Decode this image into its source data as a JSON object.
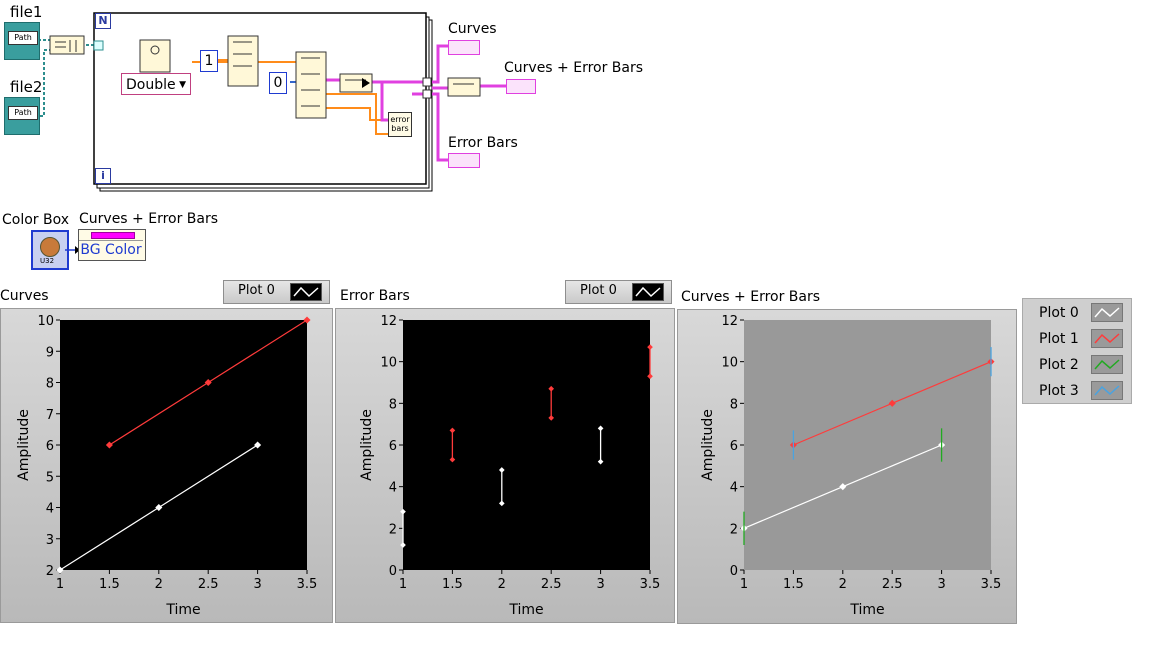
{
  "diagram": {
    "file1_label": "file1",
    "file2_label": "file2",
    "path_text": "Path",
    "loop_N": "N",
    "loop_i": "i",
    "double_label": "Double",
    "const_1": "1",
    "const_0": "0",
    "error_bars_node": "error bars",
    "out_curves": "Curves",
    "out_curves_error": "Curves + Error Bars",
    "out_error": "Error Bars",
    "color_box_label": "Color Box",
    "prop_node_label": "Curves + Error Bars",
    "bg_color_label": "BG Color",
    "u32": "U32"
  },
  "colors": {
    "wire_pink": "#e040e0",
    "wire_orange": "#ff8c1a",
    "wire_teal": "#2d8f8f",
    "loop_border": "#000000",
    "plot_white": "#ffffff",
    "plot_red": "#ff3b3b",
    "plot_green": "#22aa22",
    "plot_blue": "#4aa3e0"
  },
  "charts": {
    "curves": {
      "title": "Curves",
      "legend_plot": "Plot 0",
      "xlabel": "Time",
      "ylabel": "Amplitude",
      "xticks": [
        "1",
        "1.5",
        "2",
        "2.5",
        "3",
        "3.5"
      ],
      "yticks": [
        "2",
        "3",
        "4",
        "5",
        "6",
        "7",
        "8",
        "9",
        "10"
      ]
    },
    "error": {
      "title": "Error Bars",
      "legend_plot": "Plot 0",
      "xlabel": "Time",
      "ylabel": "Amplitude",
      "xticks": [
        "1",
        "1.5",
        "2",
        "2.5",
        "3",
        "3.5"
      ],
      "yticks": [
        "0",
        "2",
        "4",
        "6",
        "8",
        "10",
        "12"
      ]
    },
    "combined": {
      "title": "Curves + Error Bars",
      "xlabel": "Time",
      "ylabel": "Amplitude",
      "xticks": [
        "1",
        "1.5",
        "2",
        "2.5",
        "3",
        "3.5"
      ],
      "yticks": [
        "0",
        "2",
        "4",
        "6",
        "8",
        "10",
        "12"
      ]
    }
  },
  "legend": {
    "plots": [
      "Plot 0",
      "Plot 1",
      "Plot 2",
      "Plot 3"
    ]
  },
  "chart_data": [
    {
      "type": "line",
      "title": "Curves",
      "xlabel": "Time",
      "ylabel": "Amplitude",
      "xlim": [
        1,
        3.5
      ],
      "ylim": [
        2,
        10
      ],
      "series": [
        {
          "name": "Plot 0",
          "x": [
            1,
            2,
            3
          ],
          "values": [
            2,
            4,
            6
          ]
        },
        {
          "x": [
            1.5,
            2.5,
            3.5
          ],
          "values": [
            6,
            8,
            10
          ]
        }
      ]
    },
    {
      "type": "scatter",
      "title": "Error Bars",
      "xlabel": "Time",
      "ylabel": "Amplitude",
      "xlim": [
        1,
        3.5
      ],
      "ylim": [
        0,
        12
      ],
      "series": [
        {
          "name": "Plot 0",
          "x": [
            1,
            2,
            3
          ],
          "low": [
            1.2,
            3.2,
            5.2
          ],
          "high": [
            2.8,
            4.8,
            6.8
          ]
        },
        {
          "x": [
            1.5,
            2.5,
            3.5
          ],
          "low": [
            5.3,
            7.3,
            9.3
          ],
          "high": [
            6.7,
            8.7,
            10.7
          ]
        }
      ]
    },
    {
      "type": "line",
      "title": "Curves + Error Bars",
      "xlabel": "Time",
      "ylabel": "Amplitude",
      "xlim": [
        1,
        3.5
      ],
      "ylim": [
        0,
        12
      ],
      "series": [
        {
          "name": "Plot 0",
          "x": [
            1,
            2,
            3
          ],
          "values": [
            2,
            4,
            6
          ]
        },
        {
          "name": "Plot 1",
          "x": [
            1.5,
            2.5,
            3.5
          ],
          "values": [
            6,
            8,
            10
          ]
        },
        {
          "name": "Plot 2",
          "x": [
            1,
            3
          ],
          "low": [
            1.2,
            5.2
          ],
          "high": [
            2.8,
            6.8
          ]
        },
        {
          "name": "Plot 3",
          "x": [
            1.5,
            3.5
          ],
          "low": [
            5.3,
            9.3
          ],
          "high": [
            6.7,
            10.7
          ]
        }
      ]
    }
  ]
}
